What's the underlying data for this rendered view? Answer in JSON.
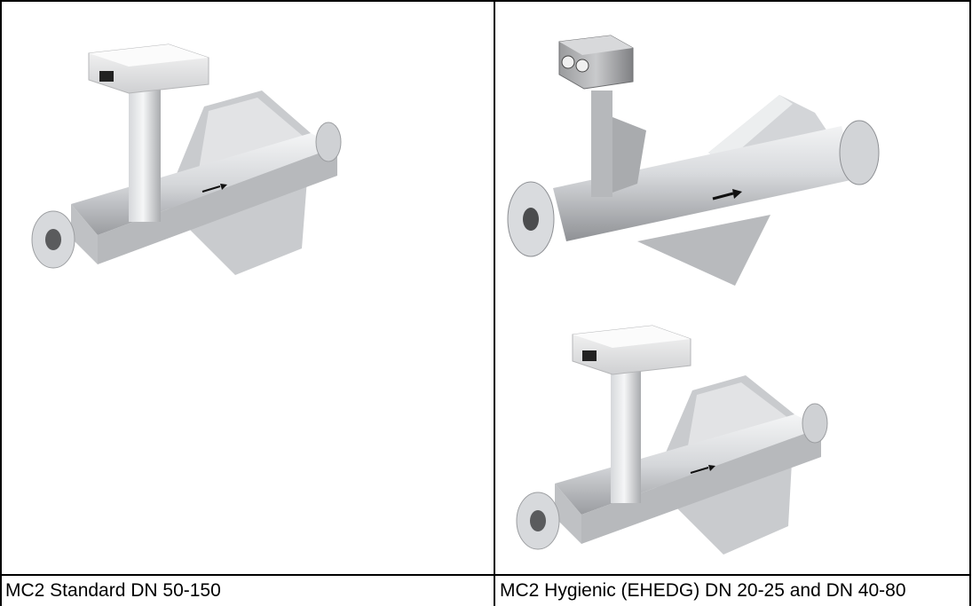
{
  "table": {
    "columns": [
      {
        "caption": "MC2 Standard DN 50-150",
        "images": [
          "mc2-standard-flowmeter"
        ]
      },
      {
        "caption": "MC2 Hygienic (EHEDG) DN 20-25 and DN 40-80",
        "images": [
          "mc2-hygienic-flowmeter",
          "mc2-standard-flowmeter-small"
        ]
      }
    ]
  },
  "colors": {
    "border": "#000000",
    "metal_light": "#e3e4e6",
    "metal_mid": "#c4c6c9",
    "metal_dark": "#8e9094",
    "housing_dark": "#7a7a7a"
  }
}
